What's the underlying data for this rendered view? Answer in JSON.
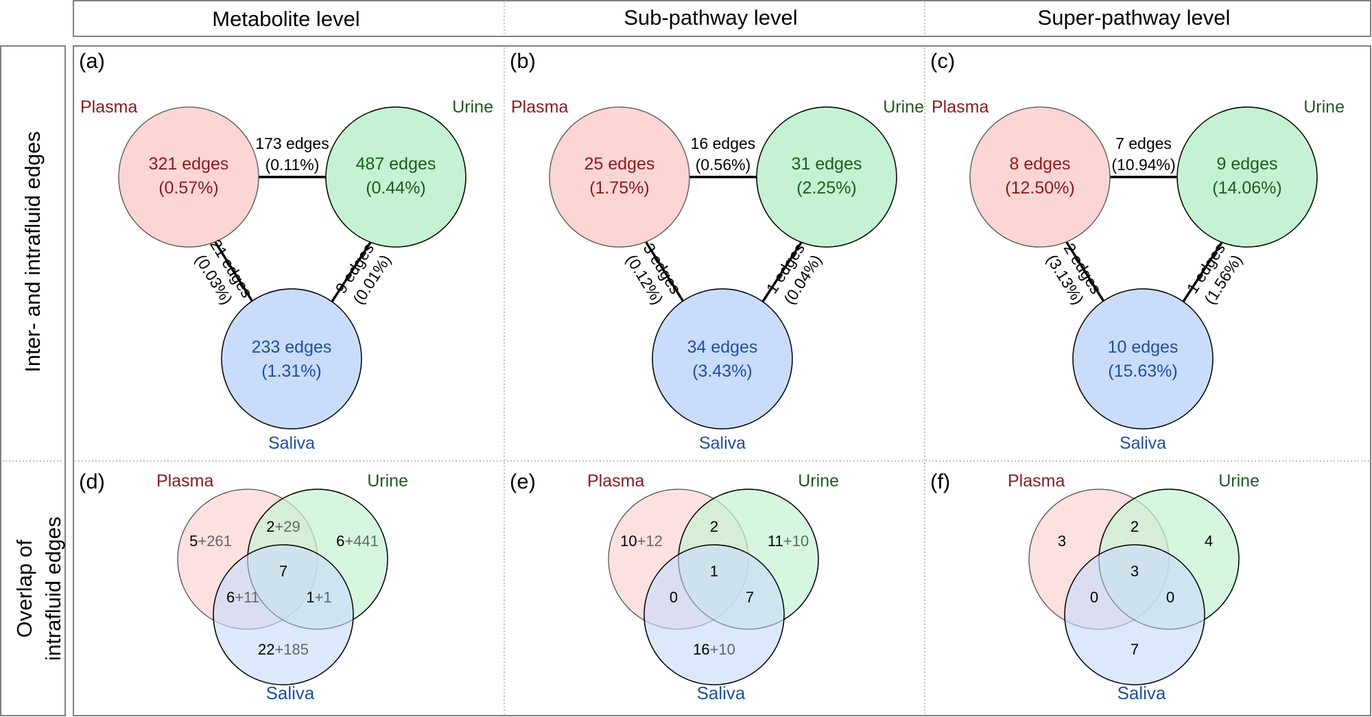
{
  "column_headers": [
    "Metabolite level",
    "Sub-pathway level",
    "Super-pathway level"
  ],
  "row_headers": {
    "networks": "Inter- and intrafluid edges",
    "overlap_line1": "Overlap of",
    "overlap_line2": "intrafluid edges"
  },
  "colors": {
    "plasma_fill": "#fcd5d5",
    "urine_fill": "#c4f2d2",
    "saliva_fill": "#c9dcfb",
    "plasma_text": "#8b1a1a",
    "urine_text": "#1e5c1e",
    "saliva_text": "#1f4e9c",
    "count_grey": "#666666"
  },
  "network_panels": [
    {
      "panel_label": "(a)",
      "fluid_labels": {
        "plasma": "Plasma",
        "urine": "Urine",
        "saliva": "Saliva"
      },
      "plasma": {
        "edges": "321 edges",
        "pct": "(0.57%)"
      },
      "urine": {
        "edges": "487 edges",
        "pct": "(0.44%)"
      },
      "saliva": {
        "edges": "233 edges",
        "pct": "(1.31%)"
      },
      "plasma_urine": {
        "edges": "173 edges",
        "pct": "(0.11%)"
      },
      "plasma_saliva": {
        "edges": "21 edges",
        "pct": "(0.03%)"
      },
      "urine_saliva": {
        "edges": "9 edges",
        "pct": "(0.01%)"
      }
    },
    {
      "panel_label": "(b)",
      "fluid_labels": {
        "plasma": "Plasma",
        "urine": "Urine",
        "saliva": "Saliva"
      },
      "plasma": {
        "edges": "25 edges",
        "pct": "(1.75%)"
      },
      "urine": {
        "edges": "31 edges",
        "pct": "(2.25%)"
      },
      "saliva": {
        "edges": "34 edges",
        "pct": "(3.43%)"
      },
      "plasma_urine": {
        "edges": "16 edges",
        "pct": "(0.56%)"
      },
      "plasma_saliva": {
        "edges": "3 edges",
        "pct": "(0.12%)"
      },
      "urine_saliva": {
        "edges": "1 edges",
        "pct": "(0.04%)"
      }
    },
    {
      "panel_label": "(c)",
      "fluid_labels": {
        "plasma": "Plasma",
        "urine": "Urine",
        "saliva": "Saliva"
      },
      "plasma": {
        "edges": "8 edges",
        "pct": "(12.50%)"
      },
      "urine": {
        "edges": "9 edges",
        "pct": "(14.06%)"
      },
      "saliva": {
        "edges": "10 edges",
        "pct": "(15.63%)"
      },
      "plasma_urine": {
        "edges": "7 edges",
        "pct": "(10.94%)"
      },
      "plasma_saliva": {
        "edges": "2 edges",
        "pct": "(3.13%)"
      },
      "urine_saliva": {
        "edges": "1 edges",
        "pct": "(1.56%)"
      }
    }
  ],
  "venn_panels": [
    {
      "panel_label": "(d)",
      "fluid_labels": {
        "plasma": "Plasma",
        "urine": "Urine",
        "saliva": "Saliva"
      },
      "regions": {
        "plasma_only": {
          "a": "5",
          "b": "+261"
        },
        "urine_only": {
          "a": "6",
          "b": "+441"
        },
        "saliva_only": {
          "a": "22",
          "b": "+185"
        },
        "plasma_urine": {
          "a": "2",
          "b": "+29"
        },
        "plasma_saliva": {
          "a": "6",
          "b": "+11"
        },
        "urine_saliva": {
          "a": "1",
          "b": "+1"
        },
        "all_three": {
          "a": "7",
          "b": ""
        }
      }
    },
    {
      "panel_label": "(e)",
      "fluid_labels": {
        "plasma": "Plasma",
        "urine": "Urine",
        "saliva": "Saliva"
      },
      "regions": {
        "plasma_only": {
          "a": "10",
          "b": "+12"
        },
        "urine_only": {
          "a": "11",
          "b": "+10"
        },
        "saliva_only": {
          "a": "16",
          "b": "+10"
        },
        "plasma_urine": {
          "a": "2",
          "b": ""
        },
        "plasma_saliva": {
          "a": "0",
          "b": ""
        },
        "urine_saliva": {
          "a": "7",
          "b": ""
        },
        "all_three": {
          "a": "1",
          "b": ""
        }
      }
    },
    {
      "panel_label": "(f)",
      "fluid_labels": {
        "plasma": "Plasma",
        "urine": "Urine",
        "saliva": "Saliva"
      },
      "regions": {
        "plasma_only": {
          "a": "3",
          "b": ""
        },
        "urine_only": {
          "a": "4",
          "b": ""
        },
        "saliva_only": {
          "a": "7",
          "b": ""
        },
        "plasma_urine": {
          "a": "2",
          "b": ""
        },
        "plasma_saliva": {
          "a": "0",
          "b": ""
        },
        "urine_saliva": {
          "a": "0",
          "b": ""
        },
        "all_three": {
          "a": "3",
          "b": ""
        }
      }
    }
  ]
}
